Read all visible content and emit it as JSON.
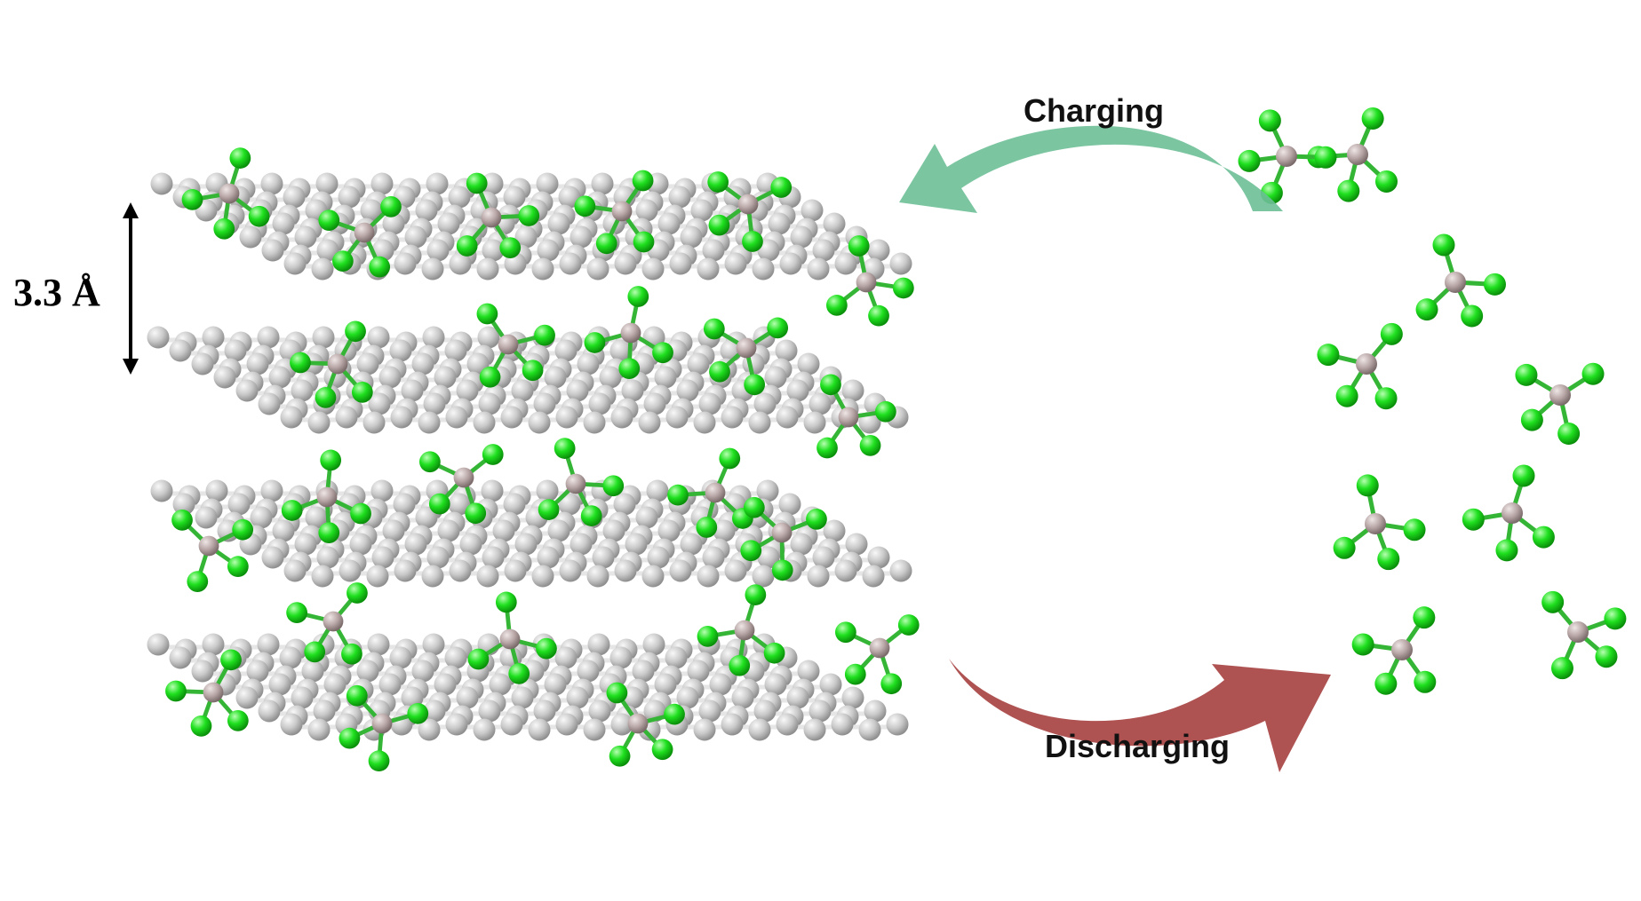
{
  "labels": {
    "charging": "Charging",
    "discharging": "Discharging",
    "interlayer_spacing": "3.3 Å"
  },
  "colors": {
    "carbon": "#c8c8c8",
    "carbon_highlight": "#f2f2f2",
    "central_atom": "#b9a7a7",
    "ligand_atom": "#22dd22",
    "ligand_highlight": "#aaffaa",
    "bond": "#3fbf3f",
    "charging_arrow": "#6dbf97",
    "discharging_arrow": "#a43a3a",
    "spacing_arrow": "#000000",
    "label_text": "#111111"
  },
  "components": {
    "graphene_layer_count": 4,
    "intercalated_anion_count": 24,
    "free_anion_count": 9
  }
}
